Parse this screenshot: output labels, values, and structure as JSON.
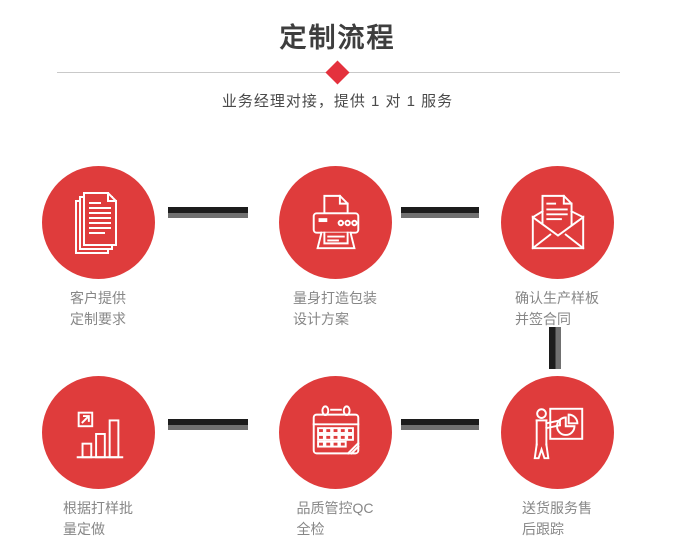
{
  "header": {
    "title": "定制流程",
    "subtitle": "业务经理对接，提供 1 对 1 服务"
  },
  "colors": {
    "accent_red": "#df3c3c",
    "diamond_red": "#e4313d",
    "title_text": "#3e3e3e",
    "subtitle_text": "#4a4a4a",
    "label_text": "#878787",
    "connector_dark": "#1c1c1c",
    "connector_gray": "#707070",
    "divider_gray": "#c9c9c9"
  },
  "steps": [
    {
      "icon": "documents-icon",
      "label_line1": "客户提供",
      "label_line2": "定制要求"
    },
    {
      "icon": "printer-icon",
      "label_line1": "量身打造包装",
      "label_line2": "设计方案"
    },
    {
      "icon": "envelope-icon",
      "label_line1": "确认生产样板",
      "label_line2": "并签合同"
    },
    {
      "icon": "bar-chart-icon",
      "label_line1": "根据打样批",
      "label_line2": "量定做"
    },
    {
      "icon": "calendar-icon",
      "label_line1": "品质管控QC",
      "label_line2": "全检"
    },
    {
      "icon": "presentation-icon",
      "label_line1": "送货服务售",
      "label_line2": "后跟踪"
    }
  ]
}
